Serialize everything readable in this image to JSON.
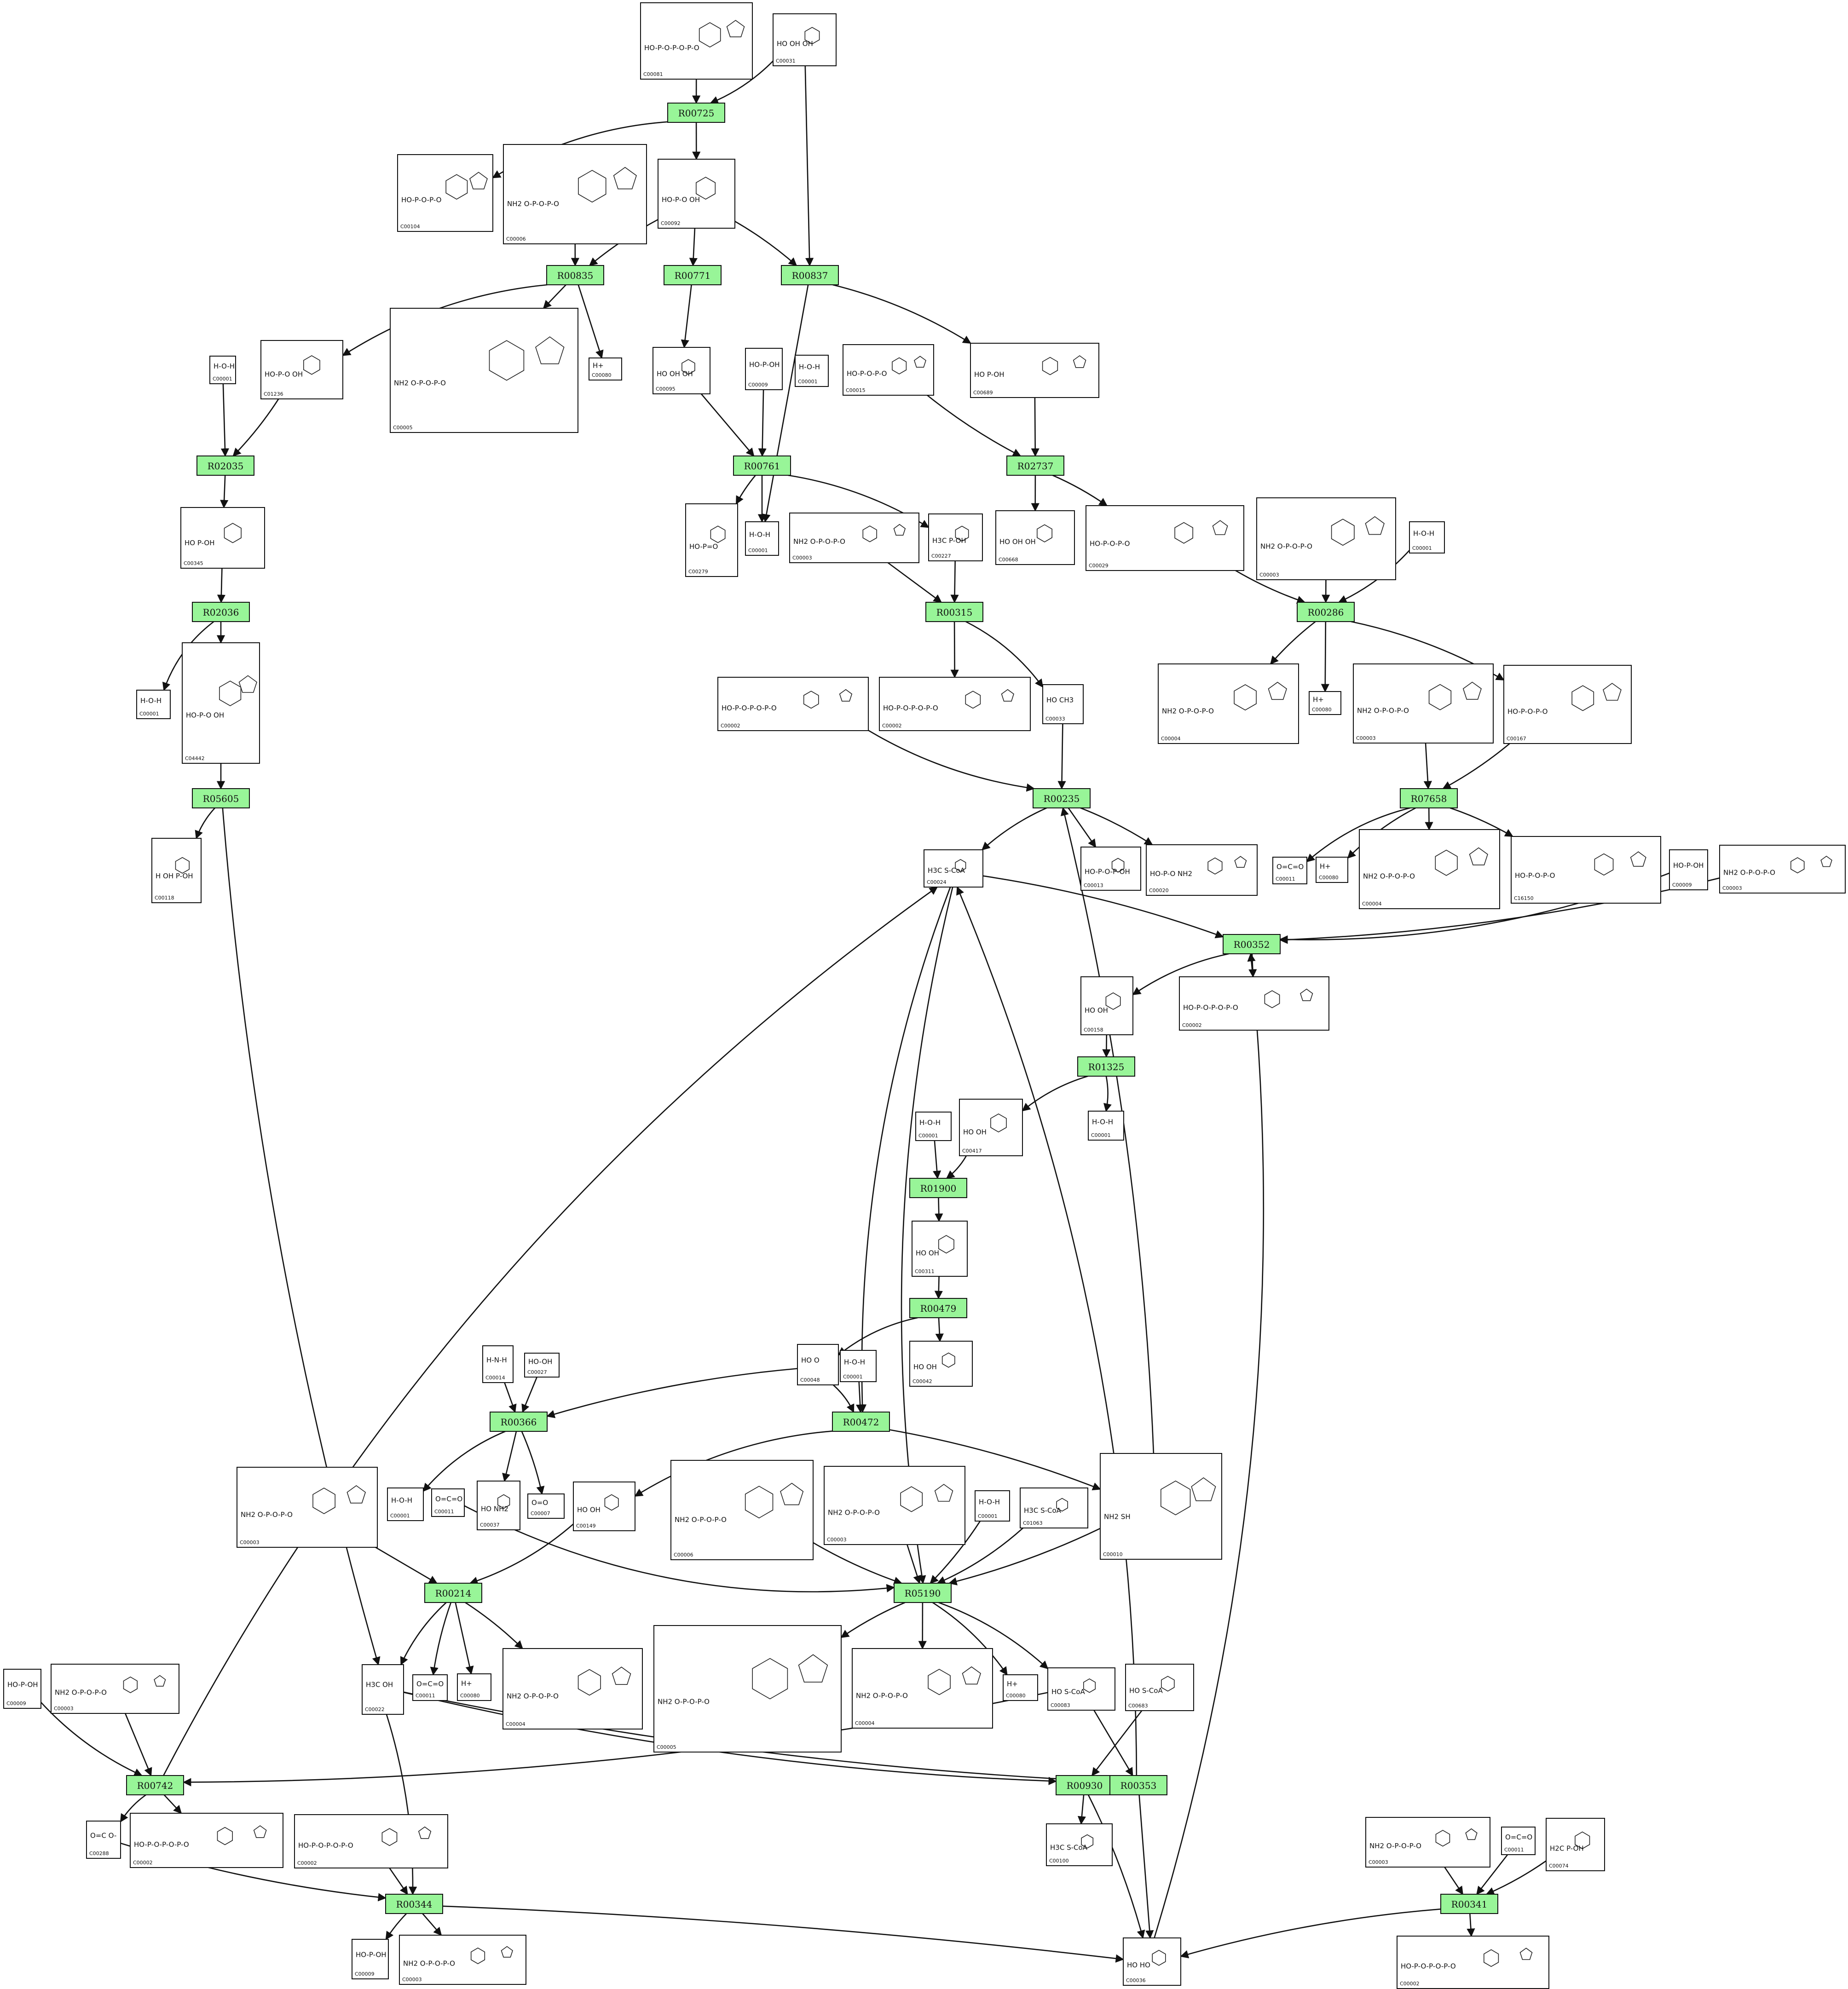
{
  "reactions": [
    {
      "id": "R00725"
    },
    {
      "id": "R00835"
    },
    {
      "id": "R00771"
    },
    {
      "id": "R00837"
    },
    {
      "id": "R02035"
    },
    {
      "id": "R00761"
    },
    {
      "id": "R02737"
    },
    {
      "id": "R02036"
    },
    {
      "id": "R00315"
    },
    {
      "id": "R00286"
    },
    {
      "id": "R05605"
    },
    {
      "id": "R00235"
    },
    {
      "id": "R07658"
    },
    {
      "id": "R00352"
    },
    {
      "id": "R01325"
    },
    {
      "id": "R01900"
    },
    {
      "id": "R00479"
    },
    {
      "id": "R00366"
    },
    {
      "id": "R00472"
    },
    {
      "id": "R00214"
    },
    {
      "id": "R05190"
    },
    {
      "id": "R00742"
    },
    {
      "id": "R00930"
    },
    {
      "id": "R00353"
    },
    {
      "id": "R00344"
    },
    {
      "id": "R00341"
    }
  ],
  "compounds": [
    {
      "id": "C00081",
      "formula": "HO-P-O-P-O-P-O"
    },
    {
      "id": "C00031",
      "formula": "HO  OH  OH"
    },
    {
      "id": "C00104",
      "formula": "HO-P-O-P-O"
    },
    {
      "id": "C00006",
      "formula": "NH2  O-P-O-P-O"
    },
    {
      "id": "C00092",
      "formula": "HO-P-O  OH"
    },
    {
      "id": "C00080",
      "formula": "H+"
    },
    {
      "id": "C00001",
      "formula": "H-O-H"
    },
    {
      "id": "C01236",
      "formula": "HO-P-O  OH"
    },
    {
      "id": "C00005",
      "formula": "NH2  O-P-O-P-O"
    },
    {
      "id": "C00095",
      "formula": "HO  OH  OH"
    },
    {
      "id": "C00009",
      "formula": "HO-P-OH"
    },
    {
      "id": "C00015",
      "formula": "HO-P-O-P-O"
    },
    {
      "id": "C00689",
      "formula": "HO  P-OH"
    },
    {
      "id": "C00345",
      "formula": "HO  P-OH"
    },
    {
      "id": "C00279",
      "formula": "HO-P=O"
    },
    {
      "id": "C00003",
      "formula": "NH2  O-P-O-P-O"
    },
    {
      "id": "C00227",
      "formula": "H3C  P-OH"
    },
    {
      "id": "C00668",
      "formula": "HO  OH  OH"
    },
    {
      "id": "C00029",
      "formula": "HO-P-O-P-O"
    },
    {
      "id": "C04442",
      "formula": "HO-P-O  OH"
    },
    {
      "id": "C00002",
      "formula": "HO-P-O-P-O-P-O"
    },
    {
      "id": "C00033",
      "formula": "HO  CH3"
    },
    {
      "id": "C00004",
      "formula": "NH2  O-P-O-P-O"
    },
    {
      "id": "C00167",
      "formula": "HO-P-O-P-O"
    },
    {
      "id": "C00118",
      "formula": "H  OH  P-OH"
    },
    {
      "id": "C00013",
      "formula": "HO-P-O-P-OH"
    },
    {
      "id": "C00020",
      "formula": "HO-P-O  NH2"
    },
    {
      "id": "C00011",
      "formula": "O=C=O"
    },
    {
      "id": "C16150",
      "formula": "HO-P-O-P-O"
    },
    {
      "id": "C00024",
      "formula": "H3C  S-CoA"
    },
    {
      "id": "C00158",
      "formula": "HO  OH"
    },
    {
      "id": "C00417",
      "formula": "HO  OH"
    },
    {
      "id": "C00311",
      "formula": "HO  OH"
    },
    {
      "id": "C00042",
      "formula": "HO  OH"
    },
    {
      "id": "C00014",
      "formula": "H-N-H"
    },
    {
      "id": "C00027",
      "formula": "HO-OH"
    },
    {
      "id": "C00048",
      "formula": "HO  O"
    },
    {
      "id": "C00037",
      "formula": "HO  NH2"
    },
    {
      "id": "C00007",
      "formula": "O=O"
    },
    {
      "id": "C00149",
      "formula": "HO  OH"
    },
    {
      "id": "C00010",
      "formula": "NH2  SH"
    },
    {
      "id": "C01063",
      "formula": "H3C  S-CoA"
    },
    {
      "id": "C00022",
      "formula": "H3C  OH"
    },
    {
      "id": "C00083",
      "formula": "HO  S-CoA"
    },
    {
      "id": "C00683",
      "formula": "HO  S-CoA"
    },
    {
      "id": "C00288",
      "formula": "O=C  O-"
    },
    {
      "id": "C00100",
      "formula": "H3C  S-CoA"
    },
    {
      "id": "C00074",
      "formula": "H2C  P-OH"
    },
    {
      "id": "C00036",
      "formula": "HO  HO"
    }
  ]
}
